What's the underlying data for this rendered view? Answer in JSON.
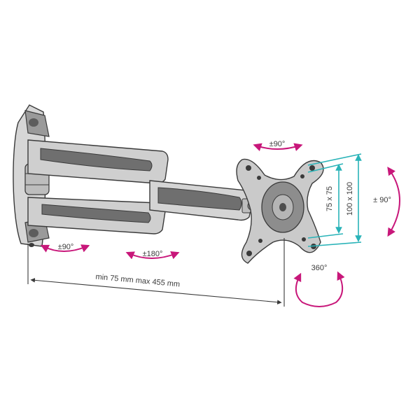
{
  "labels": {
    "tilt_top": "±90°",
    "swivel_bottom_left": "±90°",
    "swivel_middle": "±180°",
    "rotation_right": "± 90°",
    "rotation_plate": "360°",
    "vesa_small": "75 x 75",
    "vesa_large": "100 x 100",
    "extension_range": "min 75 mm max 455 mm"
  },
  "colors": {
    "arrow_rotation": "#c8177a",
    "dimension_vesa": "#29b3b8",
    "line_art": "#3a3a3a",
    "metal_fill": "#c9c9c9",
    "metal_dark": "#7d7d7d"
  }
}
